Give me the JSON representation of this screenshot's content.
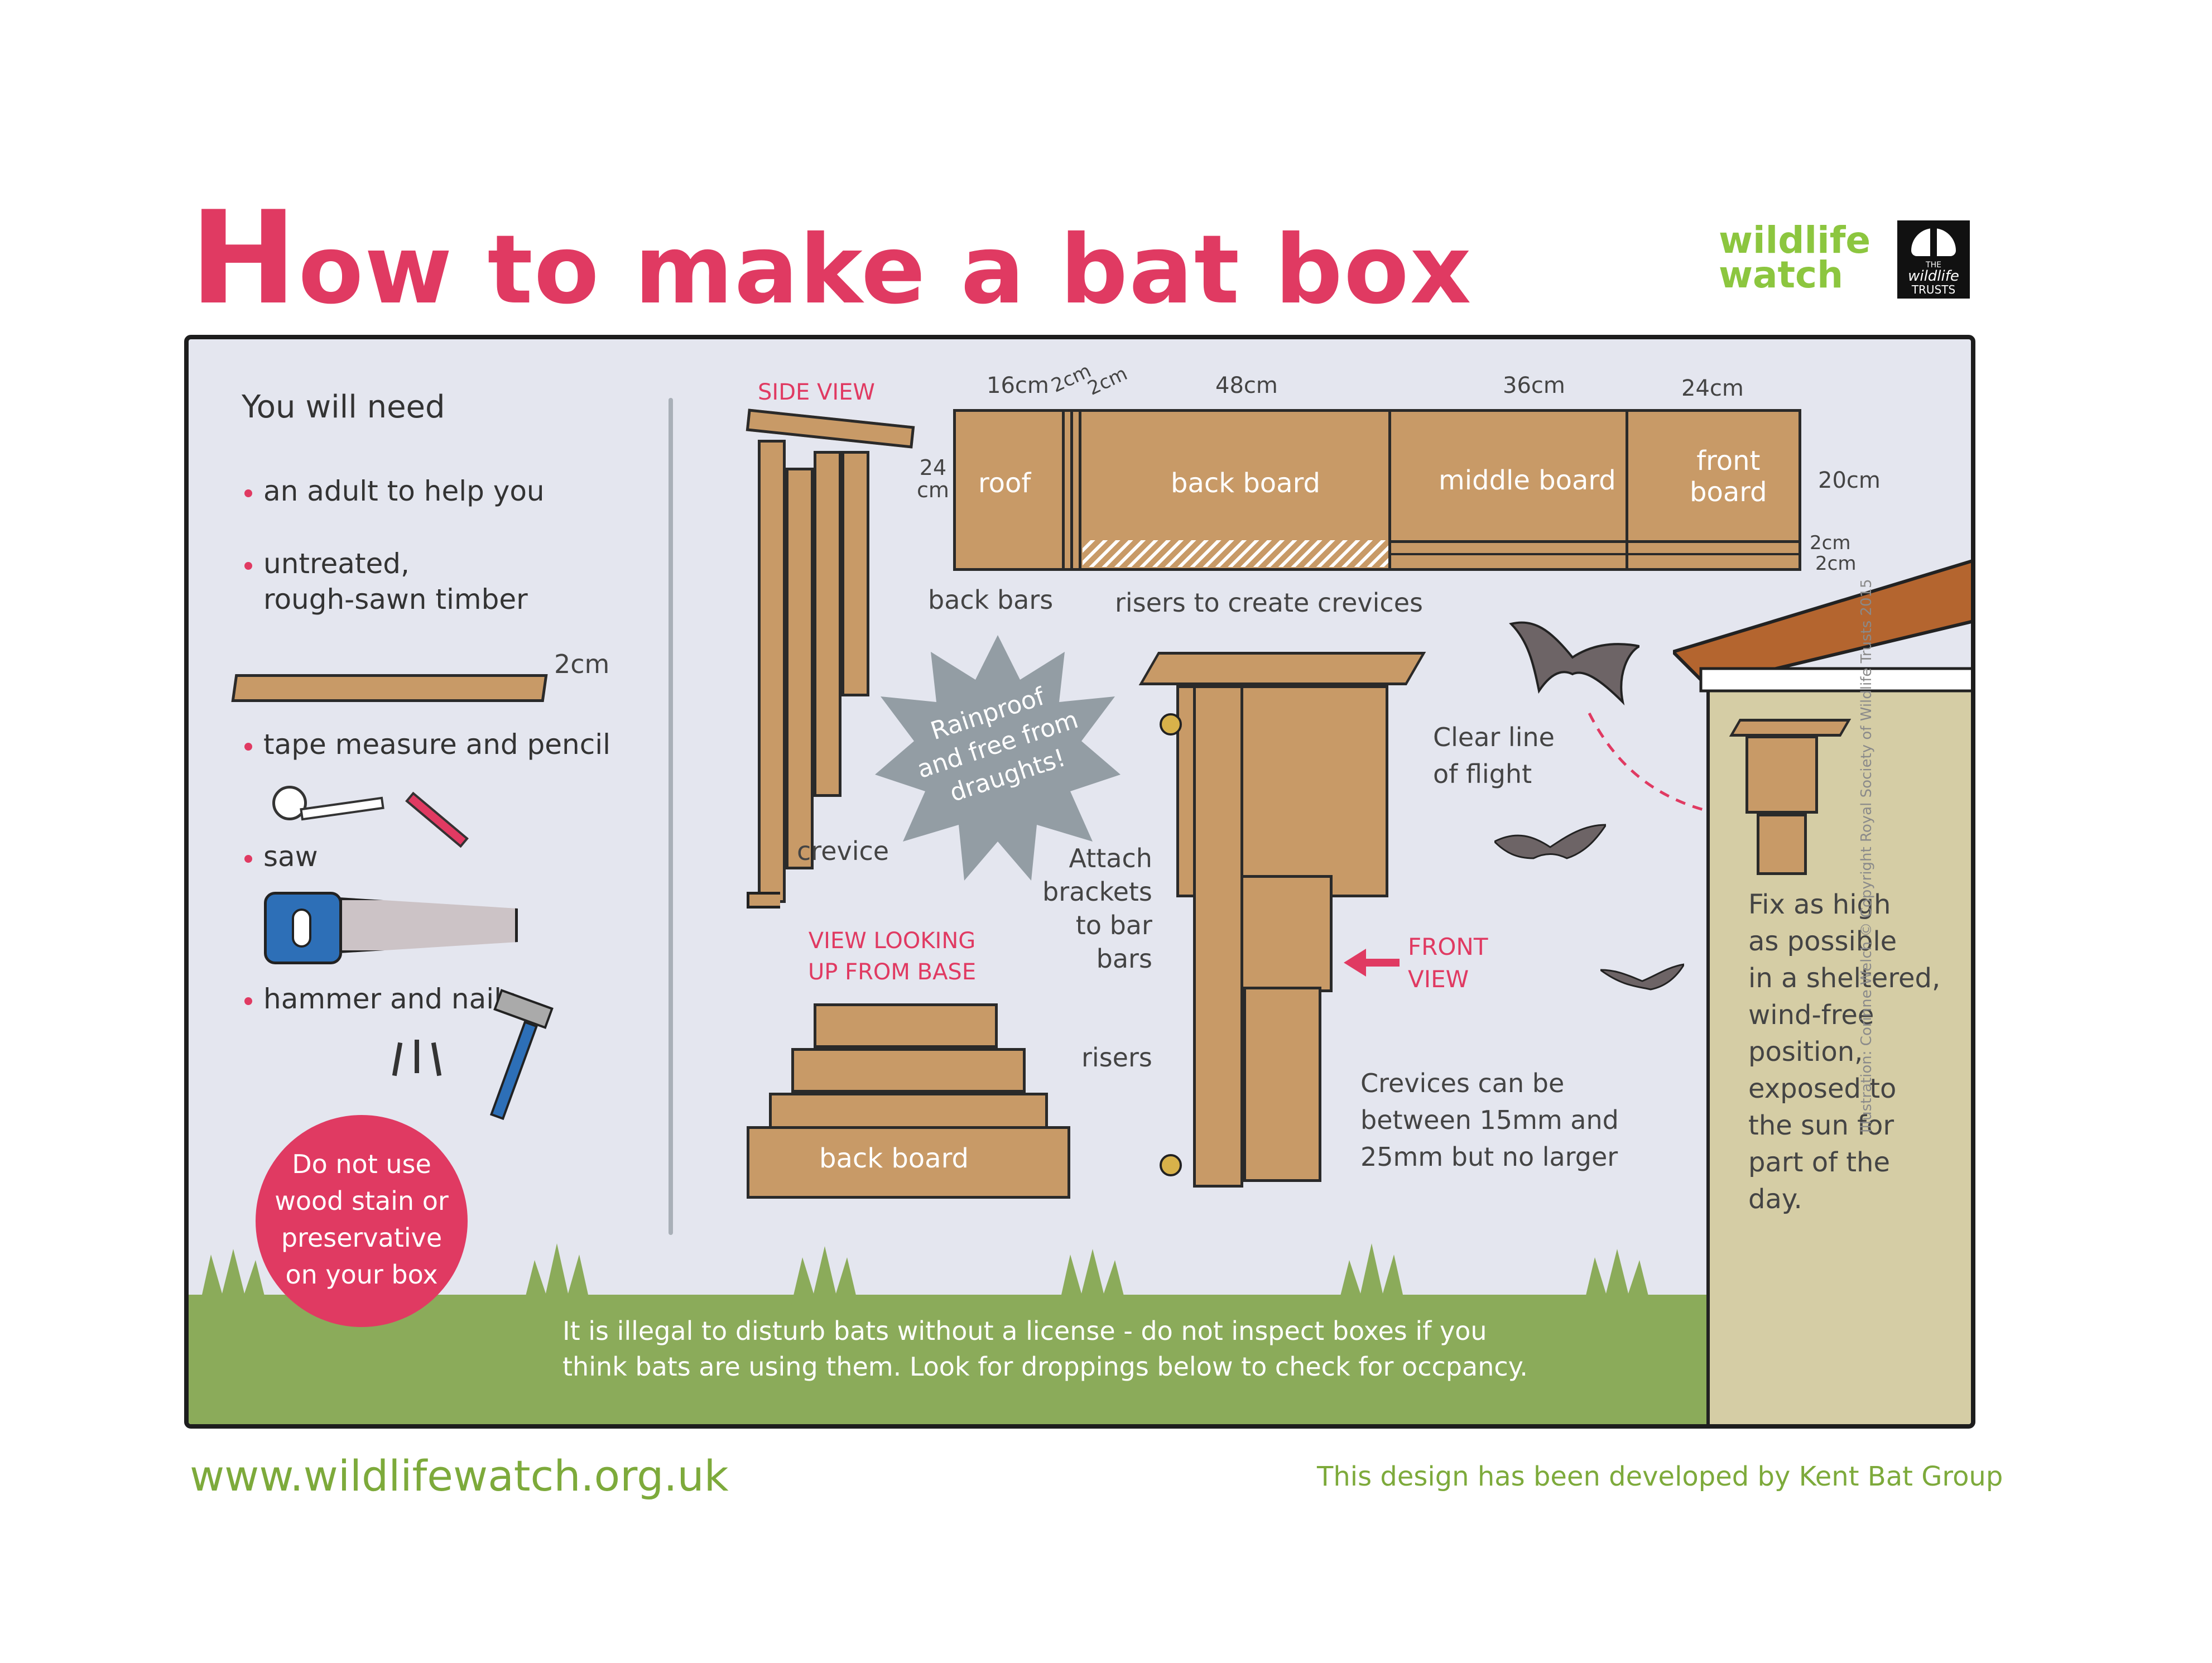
{
  "title": {
    "first_letter": "H",
    "rest": "ow to make a bat box"
  },
  "logos": {
    "wildlife_watch_line1": "wildlife",
    "wildlife_watch_line2": "watch",
    "trusts_line1": "THE",
    "trusts_line2": "wildlife",
    "trusts_line3": "TRUSTS"
  },
  "need": {
    "heading": "You will need",
    "items": [
      "an adult to help you",
      "untreated,",
      "rough-sawn timber",
      "tape measure and pencil",
      "saw",
      "hammer and nails"
    ],
    "timber_thickness": "2cm"
  },
  "warning_circle": [
    "Do not use",
    "wood stain or",
    "preservative",
    "on your box"
  ],
  "side_view": {
    "label": "SIDE VIEW",
    "crevice": "crevice"
  },
  "plank": {
    "dims": {
      "roof": "16cm",
      "gap1": "2cm",
      "gap2": "2cm",
      "back": "48cm",
      "middle": "36cm",
      "front": "24cm",
      "height1": "24",
      "height2": "cm",
      "width": "20cm",
      "riser1": "2cm",
      "riser2": "2cm"
    },
    "roof": "roof",
    "back": "back board",
    "middle": "middle board",
    "front1": "front",
    "front2": "board",
    "back_bars": "back bars",
    "risers": "risers to create crevices"
  },
  "starburst": [
    "Rainproof",
    "and free from",
    "draughts!"
  ],
  "base_view": {
    "label1": "VIEW LOOKING",
    "label2": "UP FROM BASE",
    "risers": "risers",
    "back_board": "back board"
  },
  "front_view": {
    "attach": [
      "Attach",
      "brackets",
      "to bar",
      "bars"
    ],
    "label1": "FRONT",
    "label2": "VIEW",
    "crevices": [
      "Crevices can be",
      "between 15mm and",
      "25mm but no larger"
    ]
  },
  "flight": [
    "Clear line",
    "of flight"
  ],
  "house_text": [
    "Fix as high",
    "as possible",
    "in a sheltered,",
    "wind-free",
    "position,",
    "exposed to",
    "the sun for",
    "part of the",
    "day."
  ],
  "legal": [
    "It is illegal to disturb bats without a license - do not inspect boxes if you",
    "think bats are using them. Look for droppings below to check for occpancy."
  ],
  "credit": "Illustration: Corinne Welch © Copyright Royal Society of Wildlife Trusts 2015",
  "footer": {
    "url": "www.wildlifewatch.org.uk",
    "developed": "This design has been developed by Kent Bat Group"
  },
  "colors": {
    "pink": "#e03a62",
    "green": "#8cc63f",
    "wood": "#c89a67",
    "panel": "#e4e6ef",
    "grass": "#8bab5a"
  }
}
